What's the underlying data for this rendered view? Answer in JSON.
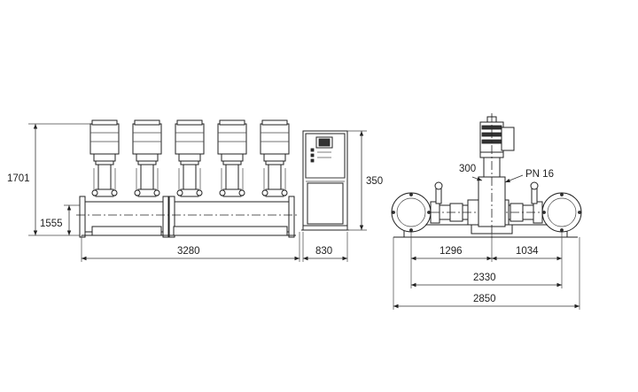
{
  "labels": {
    "front_height_total": "1701",
    "front_height_inlet": "1555",
    "front_width": "3280",
    "cabinet_width": "830",
    "cabinet_height": "350",
    "side_pipe_diameter": "300",
    "side_pressure_rating": "PN 16",
    "side_left_span": "1296",
    "side_right_span": "1034",
    "side_base_width": "2330",
    "side_total_width": "2850"
  },
  "drawing": {
    "pump_count": 5
  }
}
